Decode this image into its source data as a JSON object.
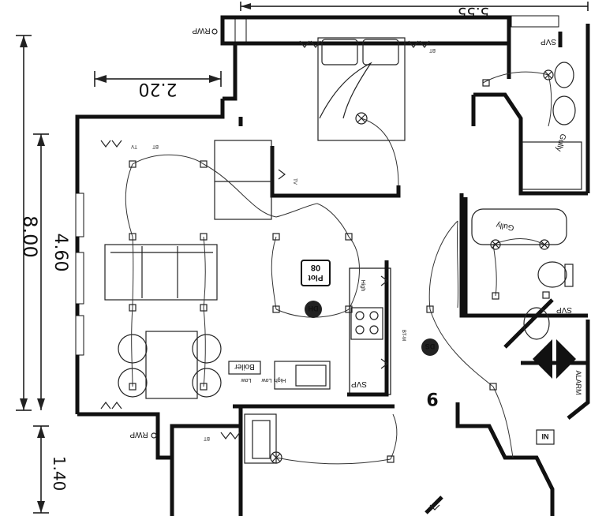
{
  "dimensions": {
    "top_width": "5.55",
    "left_total": "8.00",
    "left_middle": "4.60",
    "left_bottom": "1.40",
    "alcove": "2.20"
  },
  "labels": {
    "rwp_top": "RWP",
    "rwp_bottom": "RWP",
    "svp_top": "SVP",
    "svp_right": "SVP",
    "svp_kitchen": "SVP",
    "gully_top": "Gully",
    "gully_bath": "Gully",
    "plot": "Plot",
    "plot_num": "08",
    "dh": "DH",
    "ds": "DS",
    "boiler": "Boiler",
    "alarm": "ALARM",
    "ni": "NI",
    "high_1": "High",
    "high_2": "High",
    "low_1": "Low",
    "low_2": "Low",
    "bt_1": "BT",
    "bt_2": "BT",
    "bt_3": "BT",
    "tv_1": "TV",
    "tv_2": "TV",
    "btm": "BT-M",
    "room_nine": "9"
  }
}
